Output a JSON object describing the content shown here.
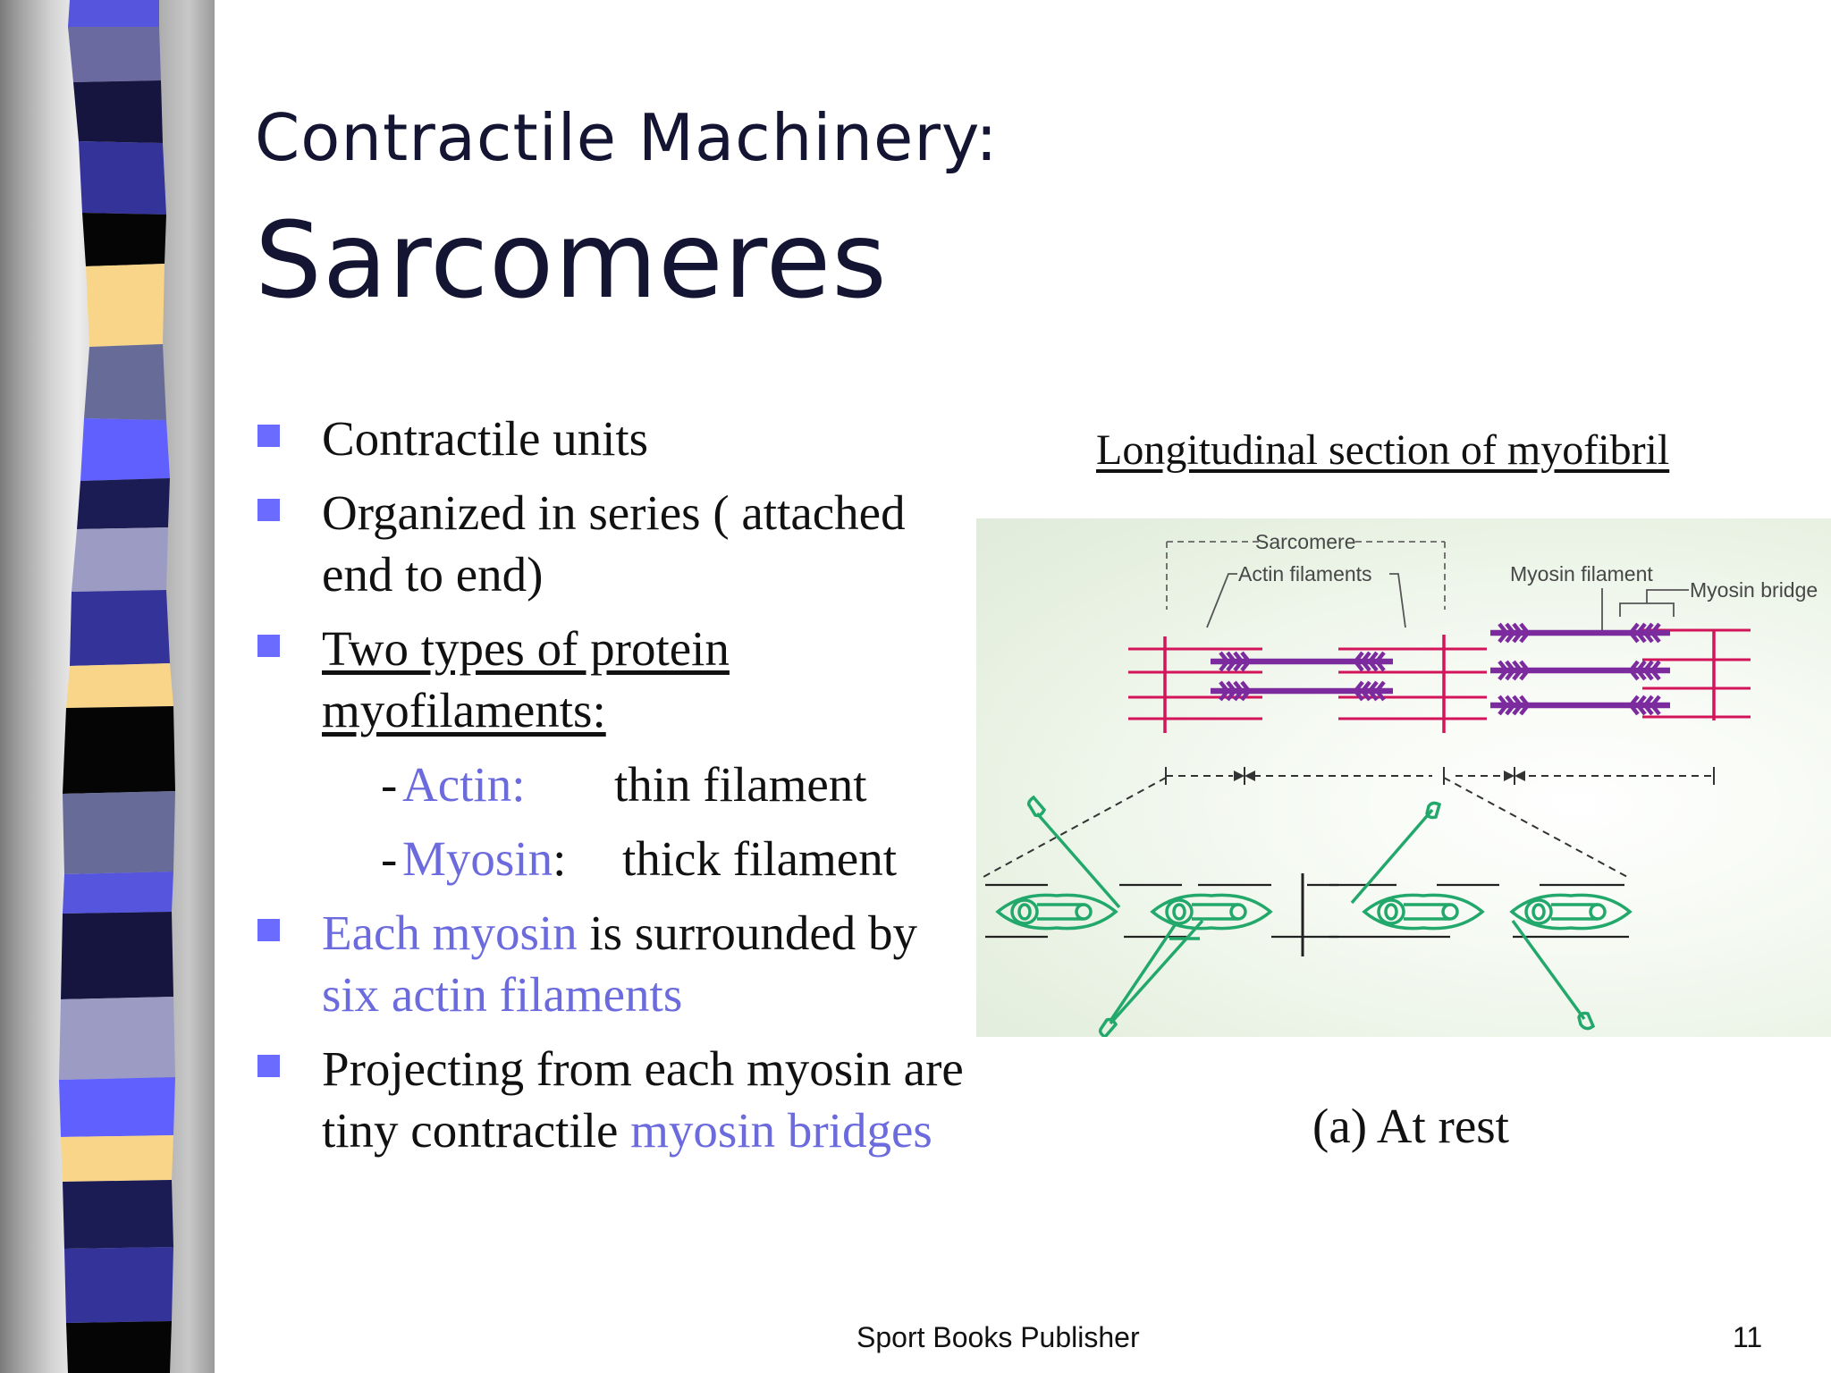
{
  "slide": {
    "title_line1": "Contractile Machinery:",
    "title_line2": "Sarcomeres",
    "bullets": {
      "b1": "Contractile units",
      "b2": "Organized in series ( attached end to end)",
      "b3": "Two types of protein myofilaments:",
      "sub1_dash": "-",
      "sub1_term": "Actin:",
      "sub1_desc": "thin filament",
      "sub2_dash": "-",
      "sub2_term": "Myosin",
      "sub2_colon": ":",
      "sub2_desc": "thick filament",
      "b4_hl1": "Each myosin",
      "b4_mid": " is surrounded by ",
      "b4_hl2": "six actin filaments",
      "b5_text": "Projecting from each myosin are tiny contractile ",
      "b5_hl": "myosin bridges"
    },
    "figure": {
      "title": "Longitudinal section of myofibril",
      "label_sarcomere": "Sarcomere",
      "label_actin": "Actin filaments",
      "label_myosin_filament": "Myosin filament",
      "label_myosin_bridge": "Myosin bridge",
      "caption": "(a) At rest"
    },
    "footer": "Sport Books Publisher",
    "page_number": "11"
  },
  "colors": {
    "bullet_marker": "#6b6bff",
    "highlight_text": "#6b6bde",
    "title": "#141433",
    "actin": "#d4145a",
    "myosin": "#7b2b9e",
    "cross_bridge": "#23a86b"
  }
}
